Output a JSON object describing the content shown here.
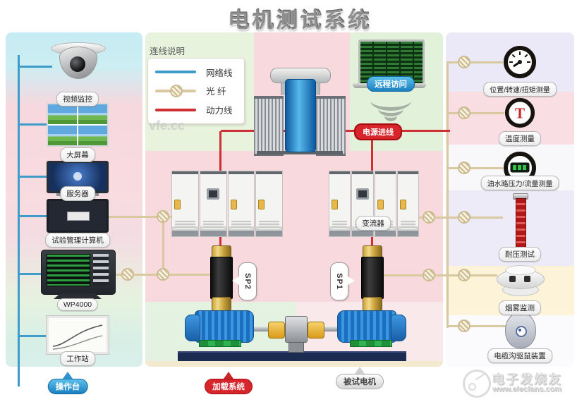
{
  "title": "电机测试系统",
  "legend": {
    "title": "连线说明",
    "items": [
      {
        "label": "网络线",
        "color": "#3f9cc8",
        "type": "network"
      },
      {
        "label": "光  纤",
        "color": "#d9c9a1",
        "type": "fiber"
      },
      {
        "label": "动力线",
        "color": "#cf3034",
        "type": "power"
      }
    ]
  },
  "colors": {
    "network_line": "#3f9cc8",
    "fiber_line": "#d9c9a1",
    "power_line": "#cf3034",
    "badge_blue": "#1a7fc0",
    "badge_red": "#d6252b"
  },
  "watermarks": {
    "center": "vfe.cc",
    "brand_name": "电子发烧友",
    "brand_site": "www.elecfans.com"
  },
  "left_devices": [
    {
      "label": "视频监控",
      "icon": "dome-camera"
    },
    {
      "label": "大屏幕",
      "icon": "video-wall"
    },
    {
      "label": "服务器",
      "icon": "server-monitor"
    },
    {
      "label": "试验管理计算机",
      "icon": "computer-monitor"
    },
    {
      "label": "WP4000",
      "icon": "power-analyzer"
    },
    {
      "label": "工作站",
      "icon": "workstation-monitor"
    }
  ],
  "right_devices": [
    {
      "label": "位置/转速/扭矩测量",
      "icon": "gauge"
    },
    {
      "label": "温度测量",
      "icon": "temperature-meter"
    },
    {
      "label": "油水路压力/流量测量",
      "icon": "digital-flow-meter"
    },
    {
      "label": "耐压测试",
      "icon": "hv-tester"
    },
    {
      "label": "烟雾监测",
      "icon": "smoke-detector"
    },
    {
      "label": "电缆沟驱鼠装置",
      "icon": "rodent-repeller"
    }
  ],
  "center": {
    "remote_access_label": "远程访问",
    "power_inlet_label": "电源进线",
    "converter_label": "变流器",
    "sensor_left": "SP2",
    "sensor_right": "SP1"
  },
  "bottom_badges": [
    {
      "label": "操作台",
      "style": "blue"
    },
    {
      "label": "加载系统",
      "style": "red"
    },
    {
      "label": "被试电机",
      "style": "silver"
    }
  ]
}
